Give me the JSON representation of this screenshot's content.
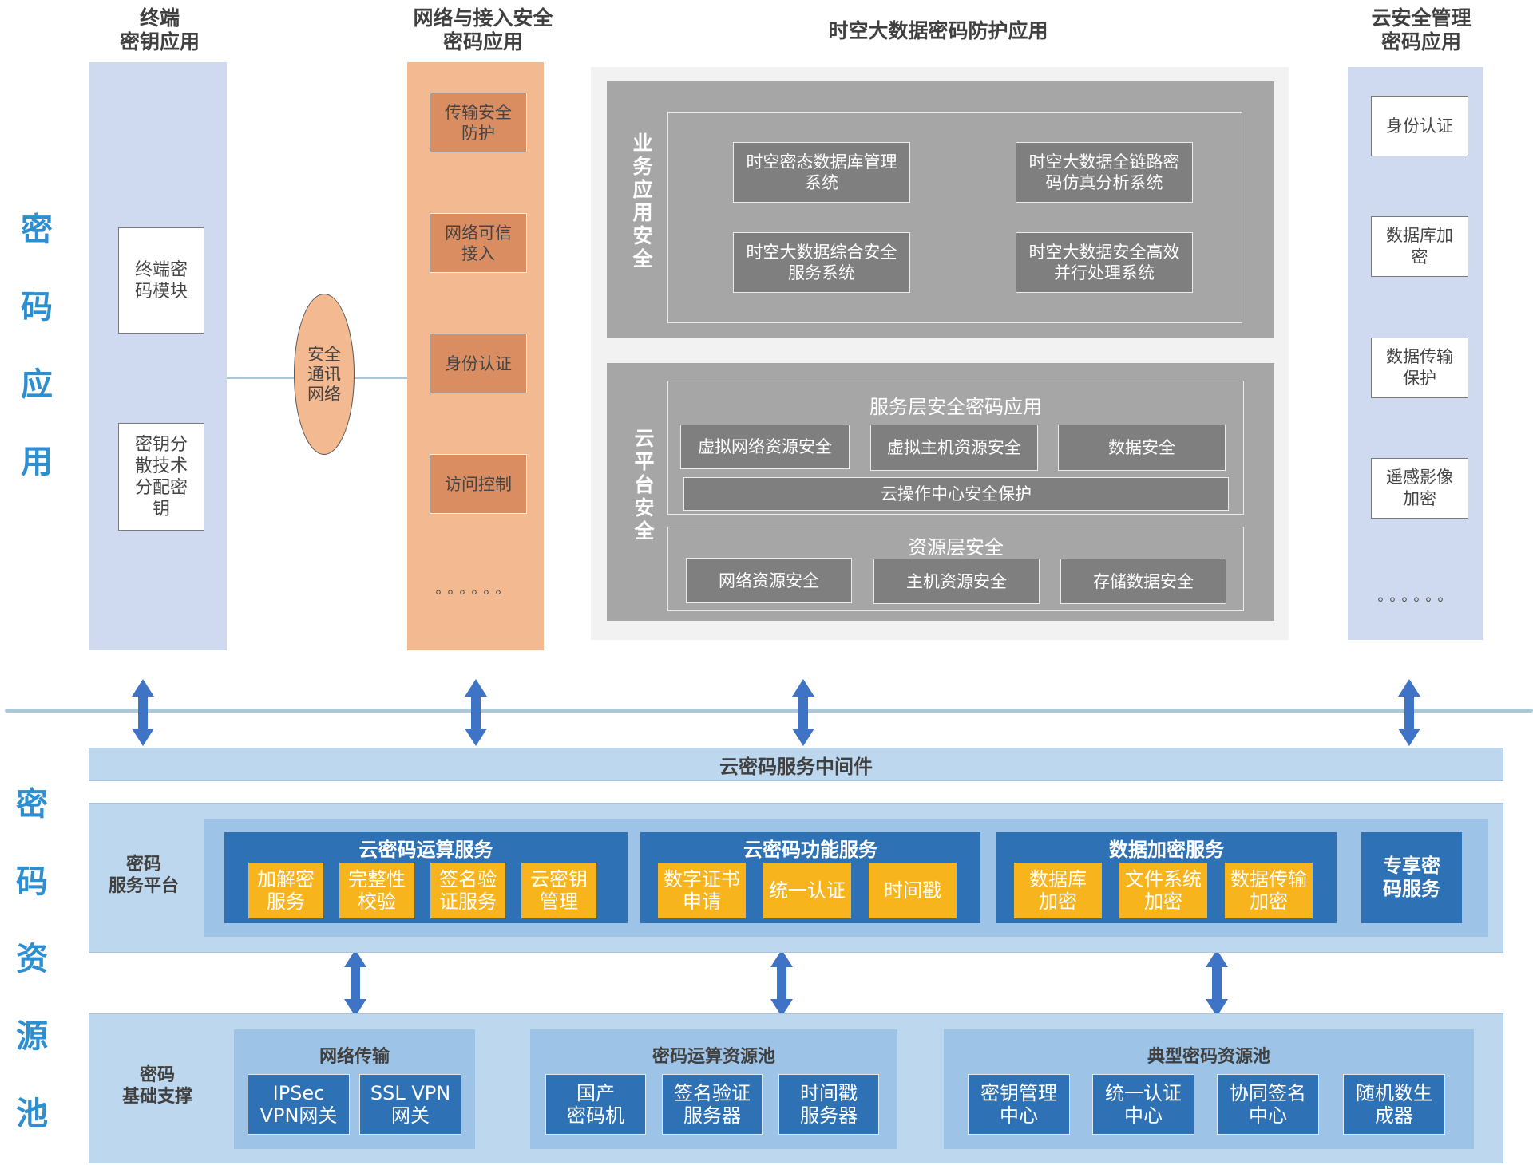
{
  "side": {
    "app": [
      "密",
      "码",
      "应",
      "用"
    ],
    "pool": [
      "密",
      "码",
      "资",
      "源",
      "池"
    ]
  },
  "col1": {
    "title": "终端\n密钥应用",
    "items": [
      "终端密\n码模块",
      "密钥分\n散技术\n分配密\n钥"
    ]
  },
  "network_node": "安全\n通讯\n网络",
  "col2": {
    "title": "网络与接入安全\n密码应用",
    "items": [
      "传输安全\n防护",
      "网络可信\n接入",
      "身份认证",
      "访问控制"
    ],
    "more": "。。。。。。"
  },
  "col3": {
    "title": "时空大数据密码防护应用",
    "business": {
      "label": [
        "业",
        "务",
        "应",
        "用",
        "安",
        "全"
      ],
      "systems": [
        "时空密态数据库管理\n系统",
        "时空大数据全链路密\n码仿真分析系统",
        "时空大数据综合安全\n服务系统",
        "时空大数据安全高效\n并行处理系统"
      ]
    },
    "cloud": {
      "label": [
        "云",
        "平",
        "台",
        "安",
        "全"
      ],
      "service_title": "服务层安全密码应用",
      "service_items": [
        "虚拟网络资源安全",
        "虚拟主机资源安全",
        "数据安全"
      ],
      "ops_center": "云操作中心安全保护",
      "resource_title": "资源层安全",
      "resource_items": [
        "网络资源安全",
        "主机资源安全",
        "存储数据安全"
      ]
    }
  },
  "col4": {
    "title": "云安全管理\n密码应用",
    "items": [
      "身份认证",
      "数据库加\n密",
      "数据传输\n保护",
      "遥感影像\n加密"
    ],
    "more": "。。。。。。"
  },
  "middleware": "云密码服务中间件",
  "platform": {
    "label": "密码\n服务平台",
    "groups": [
      {
        "title": "云密码运算服务",
        "items": [
          "加解密\n服务",
          "完整性\n校验",
          "签名验\n证服务",
          "云密钥\n管理"
        ]
      },
      {
        "title": "云密码功能服务",
        "items": [
          "数字证书\n申请",
          "统一认证",
          "时间戳"
        ]
      },
      {
        "title": "数据加密服务",
        "items": [
          "数据库\n加密",
          "文件系统\n加密",
          "数据传输\n加密"
        ]
      }
    ],
    "exclusive": "专享密\n码服务"
  },
  "base": {
    "label": "密码\n基础支撑",
    "groups": [
      {
        "title": "网络传输",
        "items": [
          "IPSec\nVPN网关",
          "SSL VPN\n网关"
        ]
      },
      {
        "title": "密码运算资源池",
        "items": [
          "国产\n密码机",
          "签名验证\n服务器",
          "时间戳\n服务器"
        ]
      },
      {
        "title": "典型密码资源池",
        "items": [
          "密钥管理\n中心",
          "统一认证\n中心",
          "协同签名\n中心",
          "随机数生\n成器"
        ]
      }
    ]
  },
  "colors": {
    "accent_blue": "#2e8fd0",
    "terminal_bg": "#cfd9ef",
    "network_bg": "#f3b991",
    "orange_box": "#db8d62",
    "gray_panel": "#a6a6a6",
    "gray_box": "#7f7f7f",
    "light_blue": "#bdd7ee",
    "service_blue": "#2e72b5",
    "yellow": "#f7b41d"
  }
}
